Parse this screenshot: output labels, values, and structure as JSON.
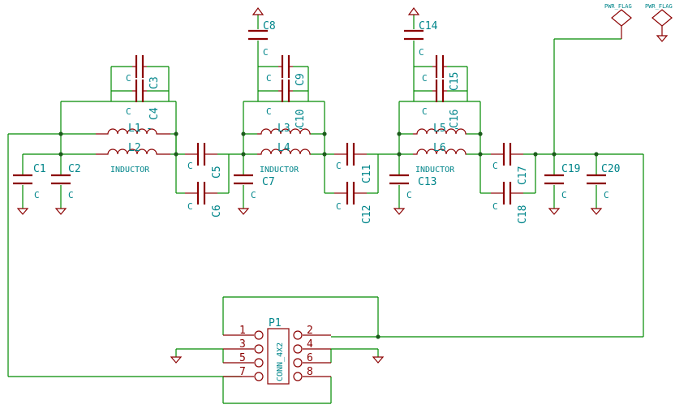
{
  "inductors": [
    {
      "ref": "L1",
      "value": "-"
    },
    {
      "ref": "L2",
      "value": "INDUCTOR"
    },
    {
      "ref": "L3",
      "value": "-"
    },
    {
      "ref": "L4",
      "value": "INDUCTOR"
    },
    {
      "ref": "L5",
      "value": "-"
    },
    {
      "ref": "L6",
      "value": "INDUCTOR"
    }
  ],
  "capacitors": [
    {
      "ref": "C1",
      "value": "C"
    },
    {
      "ref": "C2",
      "value": "C"
    },
    {
      "ref": "C3",
      "value": "C"
    },
    {
      "ref": "C4",
      "value": "C"
    },
    {
      "ref": "C5",
      "value": "C"
    },
    {
      "ref": "C6",
      "value": "C"
    },
    {
      "ref": "C7",
      "value": "C"
    },
    {
      "ref": "C8",
      "value": "C"
    },
    {
      "ref": "C9",
      "value": "C"
    },
    {
      "ref": "C10",
      "value": "C"
    },
    {
      "ref": "C11",
      "value": "C"
    },
    {
      "ref": "C12",
      "value": "C"
    },
    {
      "ref": "C13",
      "value": "C"
    },
    {
      "ref": "C14",
      "value": "C"
    },
    {
      "ref": "C15",
      "value": "C"
    },
    {
      "ref": "C16",
      "value": "C"
    },
    {
      "ref": "C17",
      "value": "C"
    },
    {
      "ref": "C18",
      "value": "C"
    },
    {
      "ref": "C19",
      "value": "C"
    },
    {
      "ref": "C20",
      "value": "C"
    }
  ],
  "connector": {
    "ref": "P1",
    "value": "CONN_4X2",
    "pins": [
      "1",
      "2",
      "3",
      "4",
      "5",
      "6",
      "7",
      "8"
    ]
  },
  "power_flags": [
    "PWR_FLAG",
    "PWR_FLAG"
  ]
}
